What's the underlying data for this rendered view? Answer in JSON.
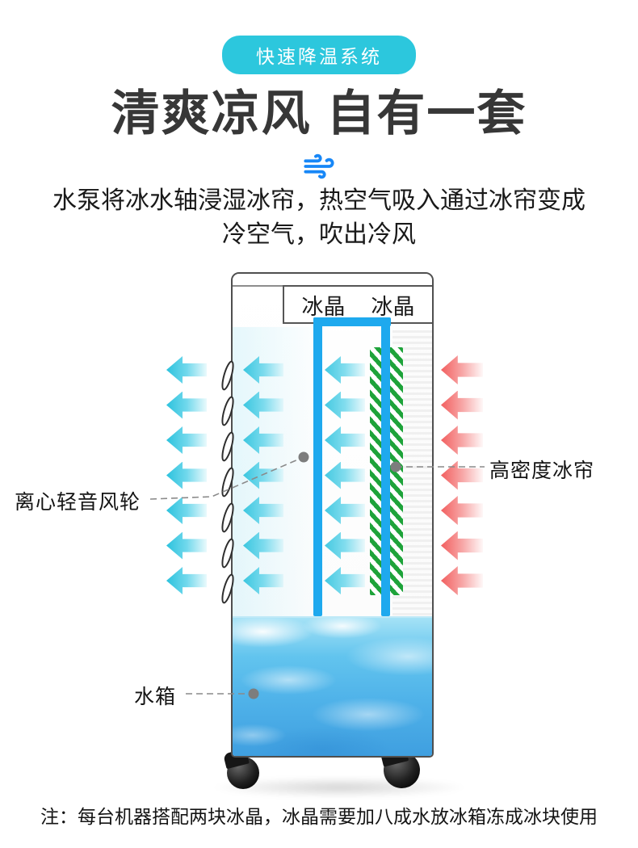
{
  "page": {
    "badge": "快速降温系统",
    "title": "清爽凉风 自有一套",
    "desc_line1": "水泵将冰水轴浸湿冰帘，热空气吸入通过冰帘变成",
    "desc_line2": "冷空气，吹出冷风",
    "footnote": "注：每台机器搭配两块冰晶，冰晶需要加八成水放冰箱冻成冰块使用"
  },
  "diagram": {
    "labels": {
      "crystal_left": "冰晶",
      "crystal_right": "冰晶",
      "fan": "离心轻音风轮",
      "curtain": "高密度冰帘",
      "tank": "水箱"
    },
    "arrows": {
      "cold_rows": 7,
      "cold_columns": 3,
      "hot_rows": 7,
      "hot_columns": 1
    },
    "colors": {
      "badge_bg": "#2cc7dd",
      "wind_icon_blue": "#1787f7",
      "frame_blue": "#1ea9ee",
      "curtain_green": "#1ea33a",
      "cold_arrow_cyan": "#2cc2dd",
      "hot_arrow_red": "#f25f5f",
      "water_blue": "#4fb2e9"
    }
  }
}
